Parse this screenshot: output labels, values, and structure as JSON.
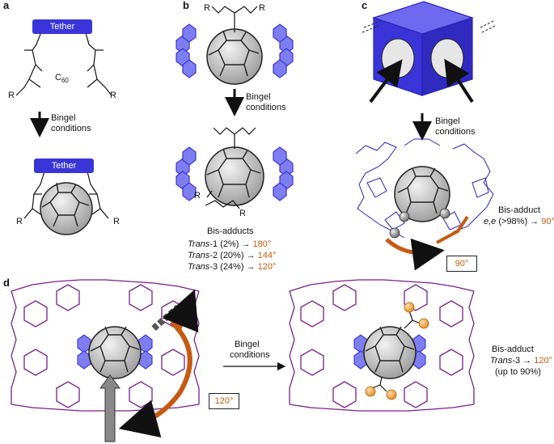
{
  "panels": {
    "a": "a",
    "b": "b",
    "c": "c",
    "d": "d"
  },
  "a": {
    "tether_top": "Tether",
    "tether_bottom": "Tether",
    "c60": "C",
    "c60_sub": "60",
    "r1": "R",
    "r2": "R",
    "r3": "R",
    "r4": "R",
    "arrow_line1": "Bingel",
    "arrow_line2": "conditions"
  },
  "b": {
    "r_top1": "R",
    "r_top2": "R",
    "r_mid": "R",
    "r_low": "R",
    "arrow_line1": "Bingel",
    "arrow_line2": "conditions",
    "bis_adducts": "Bis-adducts",
    "rows": [
      {
        "name": "Trans",
        "num": "-1 (2%)",
        "arrow": "→",
        "angle": "180°"
      },
      {
        "name": "Trans",
        "num": "-2 (20%)",
        "arrow": "→",
        "angle": "144°"
      },
      {
        "name": "Trans",
        "num": "-3 (24%)",
        "arrow": "→",
        "angle": "120°"
      }
    ]
  },
  "c": {
    "arrow_line1": "Bingel",
    "arrow_line2": "conditions",
    "bis_adduct": "Bis-adduct",
    "ee": "e,e",
    "ee_rest": " (>98%) →",
    "ee_angle": "90°",
    "box_angle": "90°"
  },
  "d": {
    "arrow_line1": "Bingel",
    "arrow_line2": "conditions",
    "box_angle": "120°",
    "bis_adduct": "Bis-adduct",
    "trans": "Trans",
    "trans_rest": "-3 →",
    "angle": "120°",
    "yield": "(up to 90%)"
  },
  "colors": {
    "accent": "#3a35d8",
    "cage": "#7a1f8a",
    "highlight": "#c65a12",
    "fullerene": "#c9c9c9",
    "sphere": "#f3a94a"
  }
}
